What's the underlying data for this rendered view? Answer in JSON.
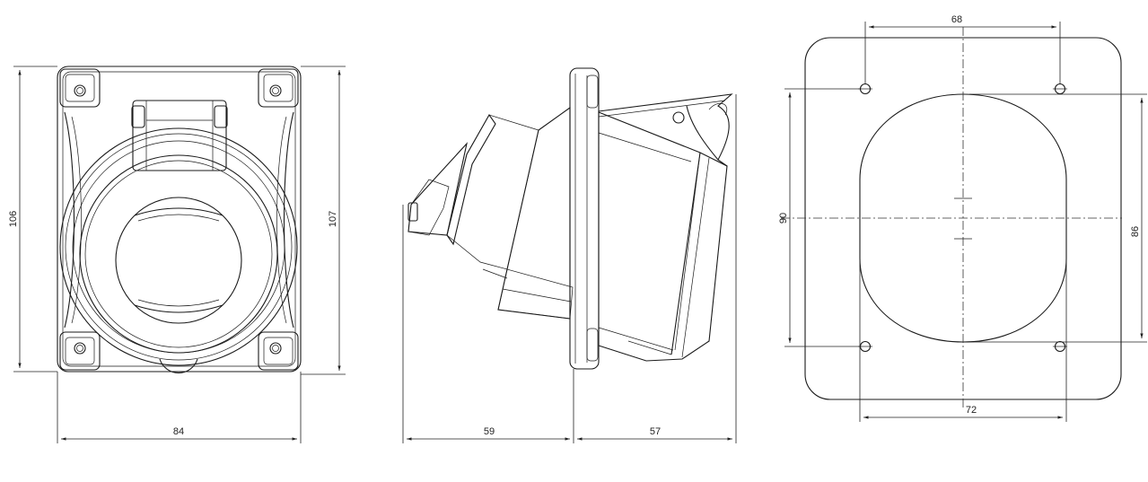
{
  "dimensions": {
    "front_height_left": "106",
    "front_height_right": "107",
    "front_width": "84",
    "side_rear_depth": "59",
    "side_front_depth": "57",
    "cutout_hole_spacing_top": "68",
    "cutout_hole_spacing_bottom": "72",
    "cutout_hole_spacing_vertical": "90",
    "cutout_height": "86"
  }
}
